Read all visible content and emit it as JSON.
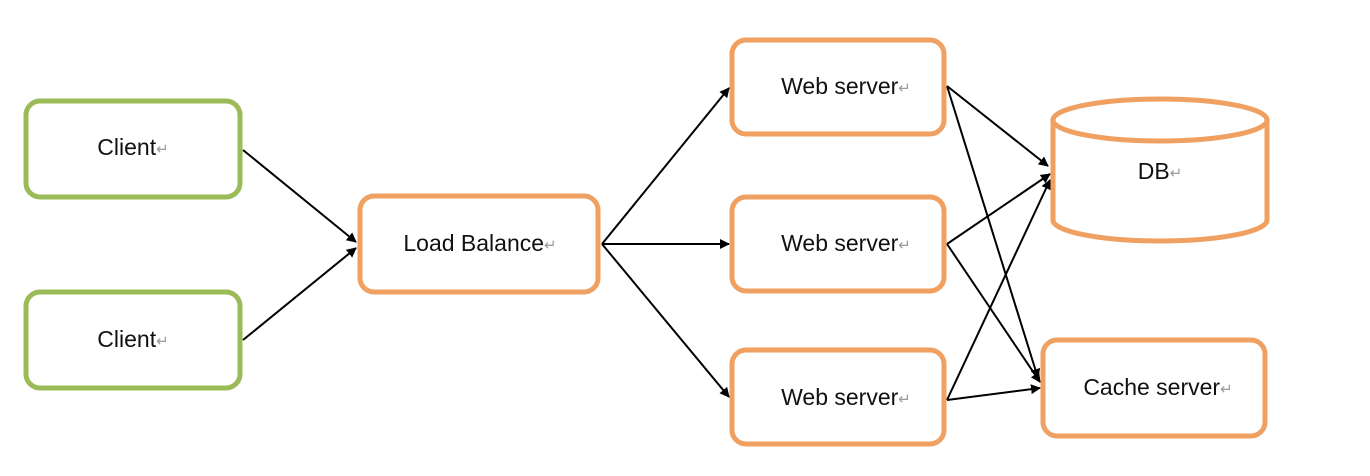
{
  "diagram": {
    "colors": {
      "client_border": "#9bbb59",
      "server_border": "#f0a060",
      "edge": "#000000",
      "background": "#ffffff"
    },
    "paragraph_mark": "↵",
    "nodes": {
      "client1": {
        "label": "Client"
      },
      "client2": {
        "label": "Client"
      },
      "lb": {
        "label": "Load Balance"
      },
      "web1": {
        "label": "Web server"
      },
      "web2": {
        "label": "Web server"
      },
      "web3": {
        "label": "Web server"
      },
      "db": {
        "label": "DB"
      },
      "cache": {
        "label": "Cache server"
      }
    },
    "edges": [
      {
        "from": "client1",
        "to": "lb"
      },
      {
        "from": "client2",
        "to": "lb"
      },
      {
        "from": "lb",
        "to": "web1"
      },
      {
        "from": "lb",
        "to": "web2"
      },
      {
        "from": "lb",
        "to": "web3"
      },
      {
        "from": "web1",
        "to": "db"
      },
      {
        "from": "web1",
        "to": "cache"
      },
      {
        "from": "web2",
        "to": "db"
      },
      {
        "from": "web2",
        "to": "cache"
      },
      {
        "from": "web3",
        "to": "db"
      },
      {
        "from": "web3",
        "to": "cache"
      }
    ]
  }
}
